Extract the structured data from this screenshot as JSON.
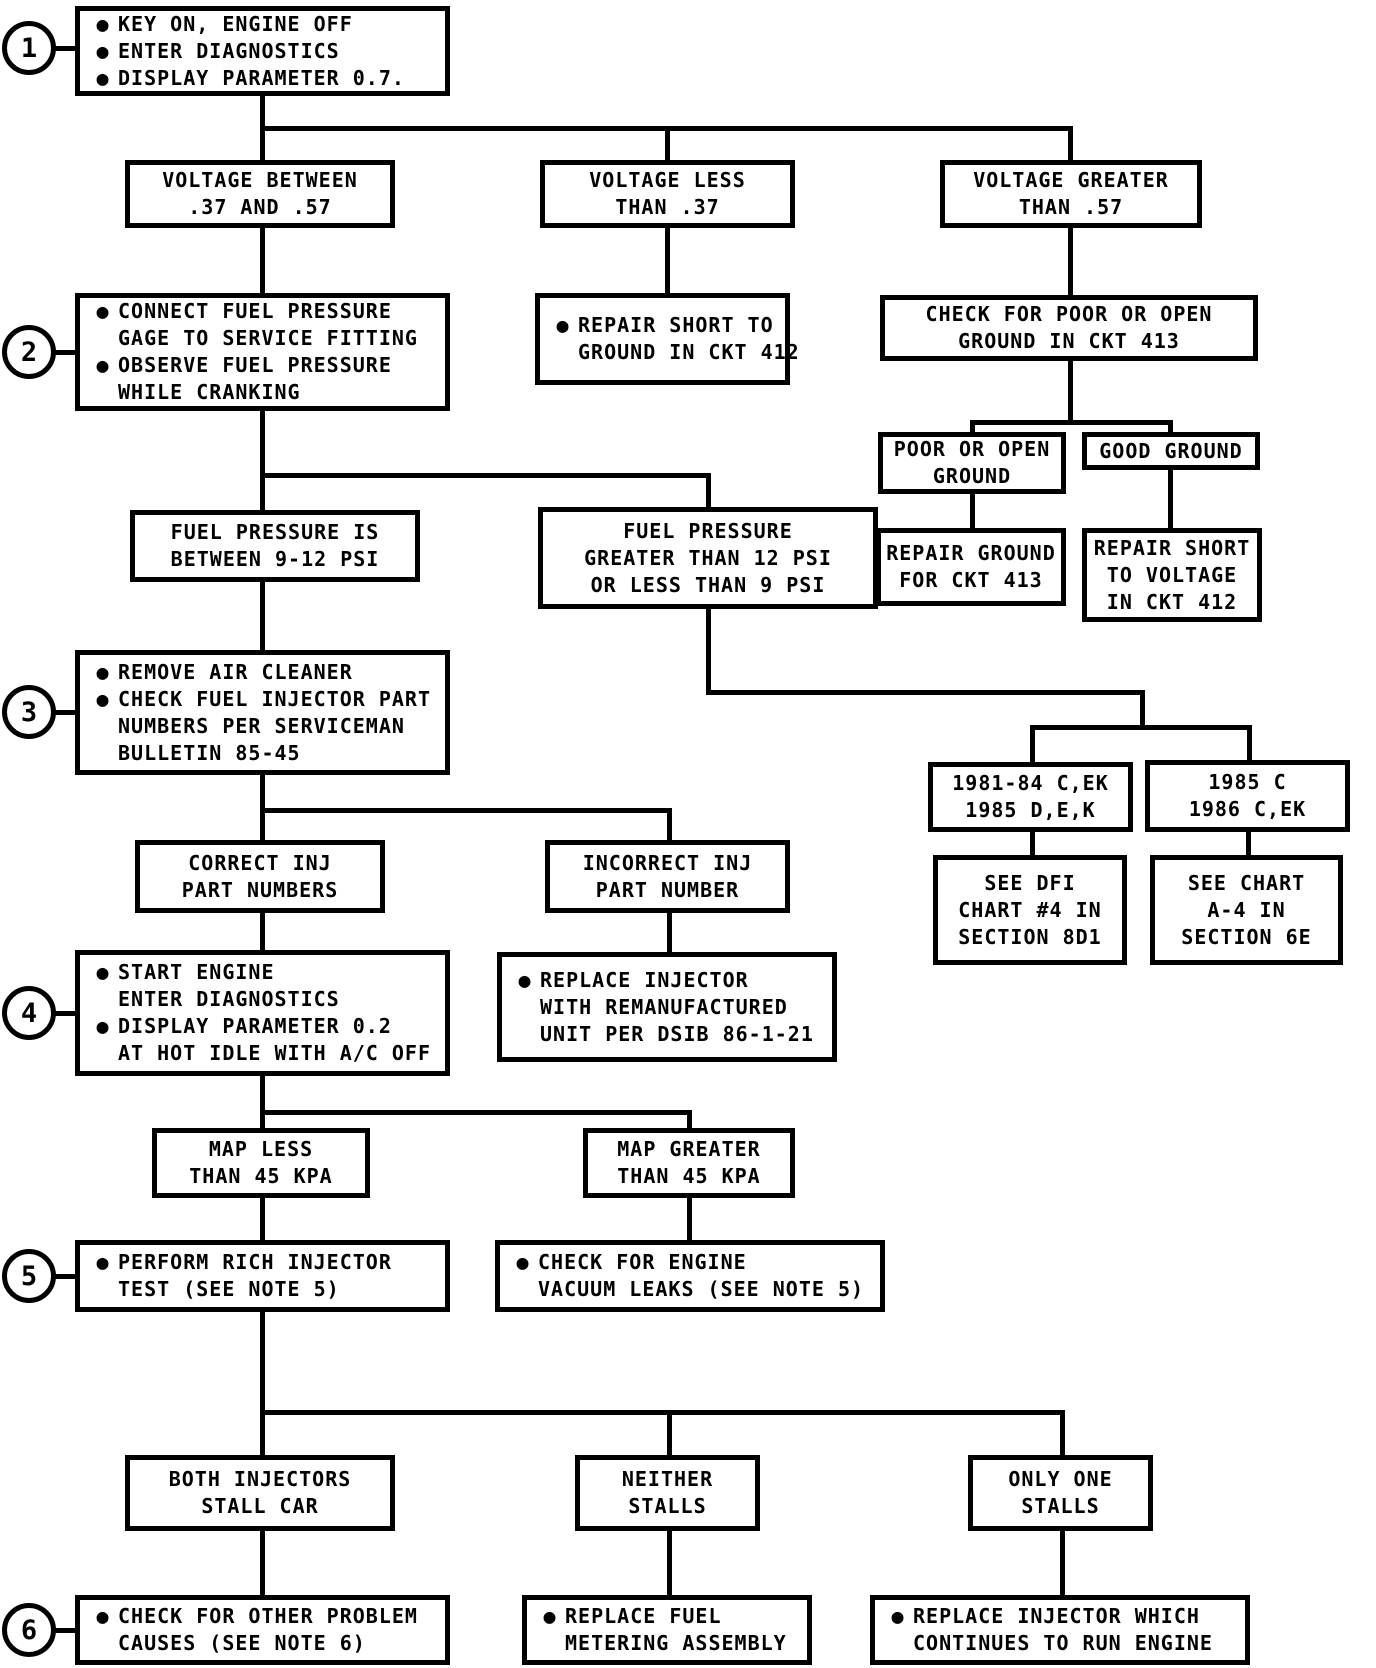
{
  "colors": {
    "ink": "#000000",
    "paper": "#ffffff"
  },
  "glyphs": {
    "bullet": "●"
  },
  "nodes": {
    "step1": {
      "step": "1",
      "lines": [
        "KEY ON, ENGINE OFF",
        "ENTER DIAGNOSTICS",
        "DISPLAY PARAMETER 0.7."
      ]
    },
    "vb": {
      "lines": [
        "VOLTAGE BETWEEN",
        ".37 AND .57"
      ]
    },
    "vl": {
      "lines": [
        "VOLTAGE LESS",
        "THAN .37"
      ]
    },
    "vg": {
      "lines": [
        "VOLTAGE GREATER",
        "THAN .57"
      ]
    },
    "step2": {
      "step": "2",
      "lines": [
        "CONNECT FUEL PRESSURE",
        "GAGE TO SERVICE FITTING",
        "OBSERVE FUEL PRESSURE",
        "WHILE CRANKING"
      ]
    },
    "rs412": {
      "lines": [
        "REPAIR SHORT TO",
        "GROUND IN CKT 412"
      ]
    },
    "cg413": {
      "lines": [
        "CHECK FOR POOR OR OPEN",
        "GROUND IN CKT 413"
      ]
    },
    "pog": {
      "lines": [
        "POOR OR OPEN",
        "GROUND"
      ]
    },
    "gg": {
      "lines": [
        "GOOD GROUND"
      ]
    },
    "rg413": {
      "lines": [
        "REPAIR GROUND",
        "FOR CKT 413"
      ]
    },
    "rsv412": {
      "lines": [
        "REPAIR SHORT",
        "TO VOLTAGE",
        "IN CKT 412"
      ]
    },
    "fpis": {
      "lines": [
        "FUEL PRESSURE IS",
        "BETWEEN 9-12 PSI"
      ]
    },
    "fpg": {
      "lines": [
        "FUEL PRESSURE",
        "GREATER THAN 12 PSI",
        "OR LESS THAN 9 PSI"
      ]
    },
    "step3": {
      "step": "3",
      "lines": [
        "REMOVE AIR CLEANER",
        "CHECK FUEL INJECTOR PART",
        "NUMBERS PER SERVICEMAN",
        "BULLETIN 85-45"
      ]
    },
    "yA": {
      "lines": [
        "1981-84 C,EK",
        "1985 D,E,K"
      ]
    },
    "yB": {
      "lines": [
        "1985 C",
        "1986 C,EK"
      ]
    },
    "dfi": {
      "lines": [
        "SEE DFI",
        "CHART #4 IN",
        "SECTION 8D1"
      ]
    },
    "a4": {
      "lines": [
        "SEE CHART",
        "A-4 IN",
        "SECTION 6E"
      ]
    },
    "ci": {
      "lines": [
        "CORRECT INJ",
        "PART NUMBERS"
      ]
    },
    "ii": {
      "lines": [
        "INCORRECT INJ",
        "PART NUMBER"
      ]
    },
    "step4": {
      "step": "4",
      "lines": [
        "START ENGINE",
        "ENTER DIAGNOSTICS",
        "DISPLAY PARAMETER 0.2",
        "AT HOT IDLE WITH A/C OFF"
      ]
    },
    "ri": {
      "lines": [
        "REPLACE INJECTOR",
        "WITH REMANUFACTURED",
        "UNIT PER DSIB 86-1-21"
      ]
    },
    "ml": {
      "lines": [
        "MAP LESS",
        "THAN 45 KPA"
      ]
    },
    "mg": {
      "lines": [
        "MAP GREATER",
        "THAN 45 KPA"
      ]
    },
    "step5": {
      "step": "5",
      "lines": [
        "PERFORM RICH INJECTOR",
        "TEST (SEE NOTE 5)"
      ]
    },
    "vlk": {
      "lines": [
        "CHECK FOR ENGINE",
        "VACUUM LEAKS (SEE NOTE 5)"
      ]
    },
    "bi": {
      "lines": [
        "BOTH INJECTORS",
        "STALL CAR"
      ]
    },
    "ns": {
      "lines": [
        "NEITHER",
        "STALLS"
      ]
    },
    "oo": {
      "lines": [
        "ONLY ONE",
        "STALLS"
      ]
    },
    "step6": {
      "step": "6",
      "lines": [
        "CHECK FOR OTHER PROBLEM",
        "CAUSES (SEE NOTE 6)"
      ]
    },
    "rfm": {
      "lines": [
        "REPLACE FUEL",
        "METERING ASSEMBLY"
      ]
    },
    "riw": {
      "lines": [
        "REPLACE INJECTOR WHICH",
        "CONTINUES TO RUN ENGINE"
      ]
    }
  }
}
